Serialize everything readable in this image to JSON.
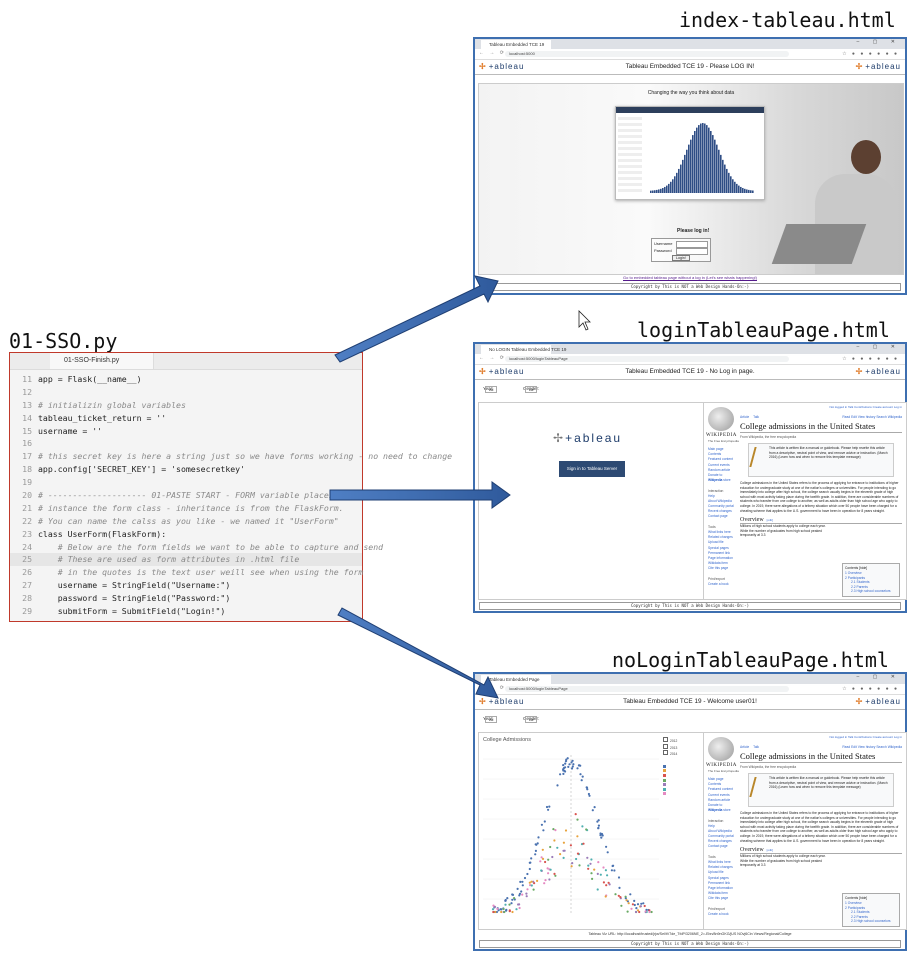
{
  "titles": {
    "index": "index-tableau.html",
    "sso": "01-SSO.py",
    "login": "loginTableauPage.html",
    "nologin": "noLoginTableauPage.html"
  },
  "code": {
    "tab": "01-SSO-Finish.py",
    "lines": [
      {
        "n": "11",
        "t": "app = Flask(__name__)",
        "k": "tx"
      },
      {
        "n": "12",
        "t": "",
        "k": "tx"
      },
      {
        "n": "13",
        "t": "# initializin global variables",
        "k": "cm"
      },
      {
        "n": "14",
        "t": "tableau_ticket_return = ''",
        "k": "tx"
      },
      {
        "n": "15",
        "t": "username = ''",
        "k": "tx"
      },
      {
        "n": "16",
        "t": "",
        "k": "tx"
      },
      {
        "n": "17",
        "t": "# this secret key is here a string just so we have forms working - no need to change",
        "k": "cm"
      },
      {
        "n": "18",
        "t": "app.config['SECRET_KEY'] = 'somesecretkey'",
        "k": "tx"
      },
      {
        "n": "19",
        "t": "",
        "k": "tx"
      },
      {
        "n": "20",
        "t": "# -------------------- 01-PASTE START - FORM variable placeholder",
        "k": "cm"
      },
      {
        "n": "21",
        "t": "# instance the form class - inheritance is from the FlaskForm.",
        "k": "cm"
      },
      {
        "n": "22",
        "t": "# You can name the calss as you like - we named it \"UserForm\"",
        "k": "cm"
      },
      {
        "n": "23",
        "t": "class UserForm(FlaskForm):",
        "k": "tx"
      },
      {
        "n": "24",
        "t": "    # Below are the form fields we want to be able to capture and send",
        "k": "cm"
      },
      {
        "n": "25",
        "t": "    # These are used as form attributes in .html file",
        "k": "cm"
      },
      {
        "n": "26",
        "t": "    # in the quotes is the text user weill see when using the form",
        "k": "cm"
      },
      {
        "n": "27",
        "t": "    username = StringField(\"Username:\")",
        "k": "tx"
      },
      {
        "n": "28",
        "t": "    password = StringField(\"Password:\")",
        "k": "tx"
      },
      {
        "n": "29",
        "t": "    submitForm = SubmitField(\"Login!\")",
        "k": "tx"
      }
    ]
  },
  "index_window": {
    "tab": "Tableau Embedded TCE 19",
    "url": "localhost:5000",
    "logo": "+ableau",
    "header": "Tableau Embedded TCE 19 - Please LOG IN!",
    "tagline": "Changing the way you think about data",
    "login_title": "Please log in!",
    "username_label": "Username",
    "password_label": "Password",
    "login_button": "Login!",
    "link": "Go to embedded tableau page without a log in (Let's see whats happening!)",
    "footer": "Copyright by This is NOT a Web Design Hands-On:-)"
  },
  "login_window": {
    "tab": "No LOGIN Tableau Embedded TCE 19",
    "url": "localhost:5000/loginTableauPage",
    "header": "Tableau Embedded TCE 19 - No Log in page.",
    "year_label": "Year:",
    "year_value": "All",
    "gender_label": "Gender:",
    "gender_value": "All",
    "signin_button": "Sign in to Tableau Server",
    "footer": "Copyright by This is NOT a Web Design Hands-On:-)"
  },
  "nologin_window": {
    "tab": "Tableau Embedded Page",
    "url": "localhost:5000/loginTableauPage",
    "header": "Tableau Embedded TCE 19 - Welcome user01!",
    "year_label": "Year:",
    "year_value": "All",
    "gender_label": "Gender:",
    "gender_value": "All",
    "chart_title": "College Admissions",
    "url_line": "Tableau Viz URL: http://localhost/trusted/jrjw/Sel/tV7de_TfdP/3206NE_2=-Ebn/8n9nGKG/jUS NOvj6Cin Views/Regional/College",
    "footer": "Copyright by This is NOT a Web Design Hands-On:-)"
  },
  "wiki": {
    "name": "WIKIPEDIA",
    "tagline": "The Free Encyclopedia",
    "side_links": [
      "Main page",
      "Contents",
      "Featured content",
      "Current events",
      "Random article",
      "Donate to Wikipedia",
      "Wikipedia store",
      "",
      "Interaction",
      "Help",
      "About Wikipedia",
      "Community portal",
      "Recent changes",
      "Contact page",
      "",
      "Tools",
      "What links here",
      "Related changes",
      "Upload file",
      "Special pages",
      "Permanent link",
      "Page information",
      "Wikidata item",
      "Cite this page",
      "",
      "Print/export",
      "Create a book"
    ],
    "tab_article": "Article",
    "tab_talk": "Talk",
    "tab_right": "Read  Edit  View history   Search Wikipedia",
    "toplinks": "Not logged in  Talk  Contributions  Create account  Log in",
    "title": "College admissions in the United States",
    "from": "From Wikipedia, the free encyclopedia",
    "note": "This article is written like a manual or guidebook. Please help rewrite this article from a descriptive, neutral point of view, and remove advice or instruction. (March 2016) (Learn how and when to remove this template message)",
    "para": "College admissions in the United States refers to the process of applying for entrance to institutions of higher education for undergraduate study at one of the nation's colleges or universities. For people intending to go immediately into college after high school, the college search usually begins in the eleventh grade of high school with most activity taking place during the twelfth grade. In addition, there are considerable numbers of students who transfer from one college to another, as well as adults older than high school age who apply to college. In 2019, there were allegations of a bribery situation which over 50 people have been charged for a cheating scheme that applies to the U.S. government to have been in operation for 8 years straight.",
    "overview": "Overview",
    "overview_edit": "[edit]",
    "overview_para": "Millions of high school students apply to college each year. While the number of graduates from high school peaked temporarily at 3.3",
    "contents_title": "Contents [hide]",
    "contents": [
      "1 Overview",
      "2 Participants",
      "2.1 Students",
      "2.2 Parents",
      "2.3 High school counselors"
    ]
  },
  "chart_data": {
    "type": "scatter",
    "title": "College Admissions",
    "legend_years": [
      "2012",
      "2013",
      "2014"
    ],
    "colors": {
      "main": "#4a72b0",
      "orange": "#e8a33d",
      "red": "#d9534f",
      "green": "#6aaa64",
      "purple": "#9b7bb8",
      "teal": "#4fb0b0",
      "pink": "#e58ac2"
    }
  }
}
